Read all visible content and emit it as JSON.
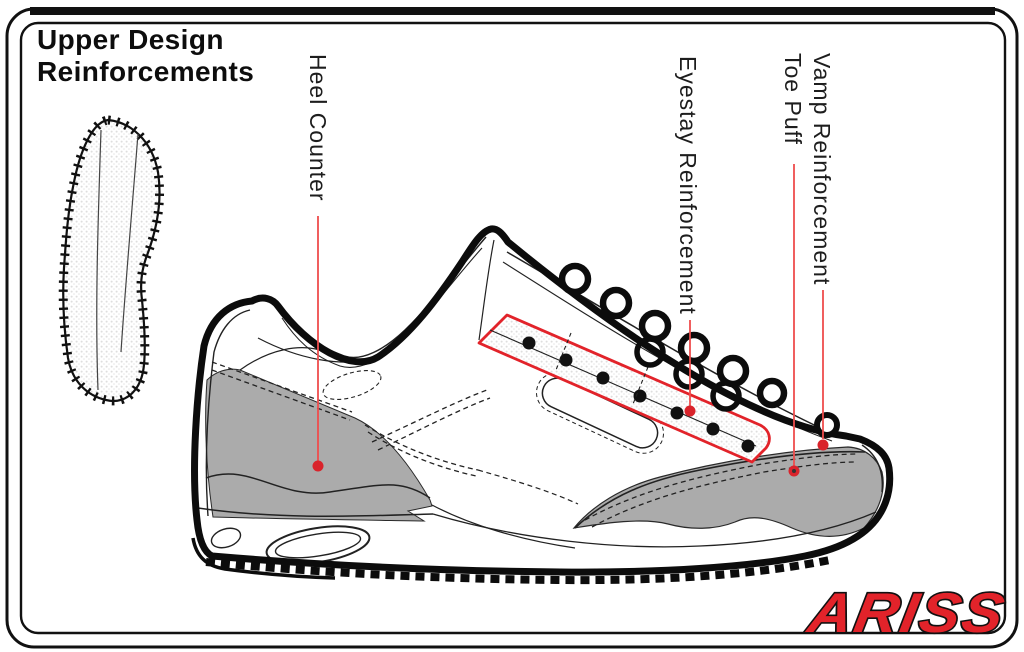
{
  "title": {
    "line1": "Upper Design",
    "line2": "Reinforcements"
  },
  "annotations": {
    "heel_counter": {
      "label": "Heel Counter"
    },
    "eyestay": {
      "label": "Eyestay Reinforcement"
    },
    "vamp": {
      "label": "Vamp Reinforcement"
    },
    "toe_puff": {
      "label": "Toe Puff"
    }
  },
  "logo": {
    "text": "ARISS"
  },
  "colors": {
    "accent_red": "#e2232a",
    "leader_red": "#ef4d4d",
    "panel_gray": "#ababab",
    "ink": "#111111"
  }
}
